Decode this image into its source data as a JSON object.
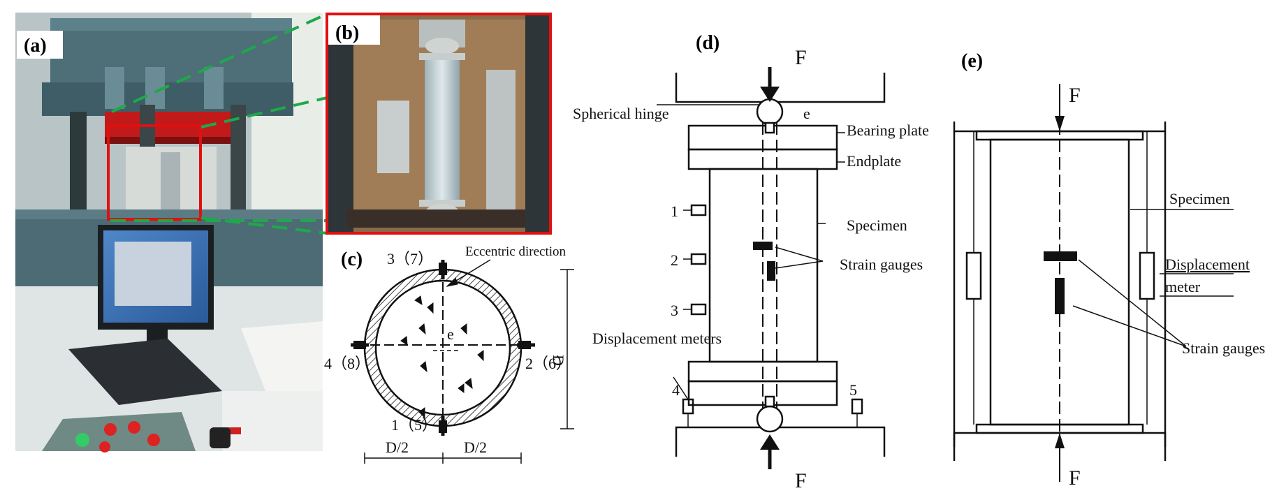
{
  "panels": {
    "a": "(a)",
    "b": "(b)",
    "c": "(c)",
    "d": "(d)",
    "e": "(e)"
  },
  "colors": {
    "zoom_box": "#e01010",
    "zoom_lines": "#1fa84a",
    "line": "#111111",
    "hatch": "#444444"
  },
  "panel_c": {
    "eccentric_direction": "Eccentric direction",
    "gauge_top": "3（7）",
    "gauge_right": "2（6）",
    "gauge_bottom": "1（5）",
    "gauge_left": "4（8）",
    "eccentricity": "e",
    "diameter": "D",
    "half_left": "D/2",
    "half_right": "D/2"
  },
  "panel_d": {
    "force_top": "F",
    "force_bottom": "F",
    "spherical_hinge": "Spherical hinge",
    "eccentricity": "e",
    "bearing_plate": "Bearing plate",
    "endplate": "Endplate",
    "specimen": "Specimen",
    "strain_gauges": "Strain gauges",
    "displacement_meters": "Displacement meters",
    "meter_1": "1",
    "meter_2": "2",
    "meter_3": "3",
    "meter_4": "4",
    "meter_5": "5"
  },
  "panel_e": {
    "force_top": "F",
    "force_bottom": "F",
    "specimen": "Specimen",
    "displacement_meter_1": "Displacement",
    "displacement_meter_2": "meter",
    "strain_gauges": "Strain gauges"
  }
}
